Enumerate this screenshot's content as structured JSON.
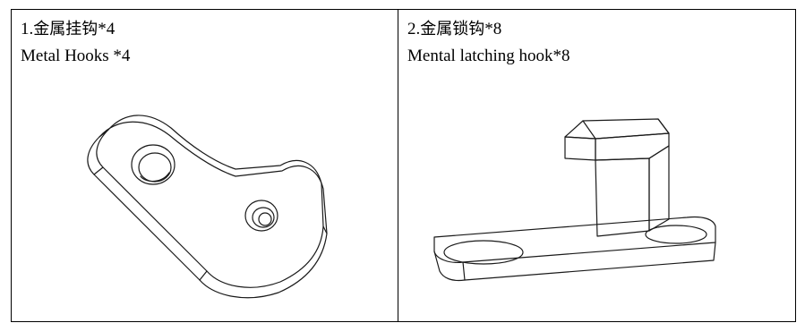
{
  "parts": [
    {
      "number": "1.",
      "name_cn": "金属挂钩",
      "quantity": "*4",
      "name_en": "Metal Hooks *4",
      "illustration": "metal-hook-drawing"
    },
    {
      "number": "2.",
      "name_cn": "金属锁钩",
      "quantity": "*8",
      "name_en": "Mental latching hook*8",
      "illustration": "latching-hook-drawing"
    }
  ]
}
